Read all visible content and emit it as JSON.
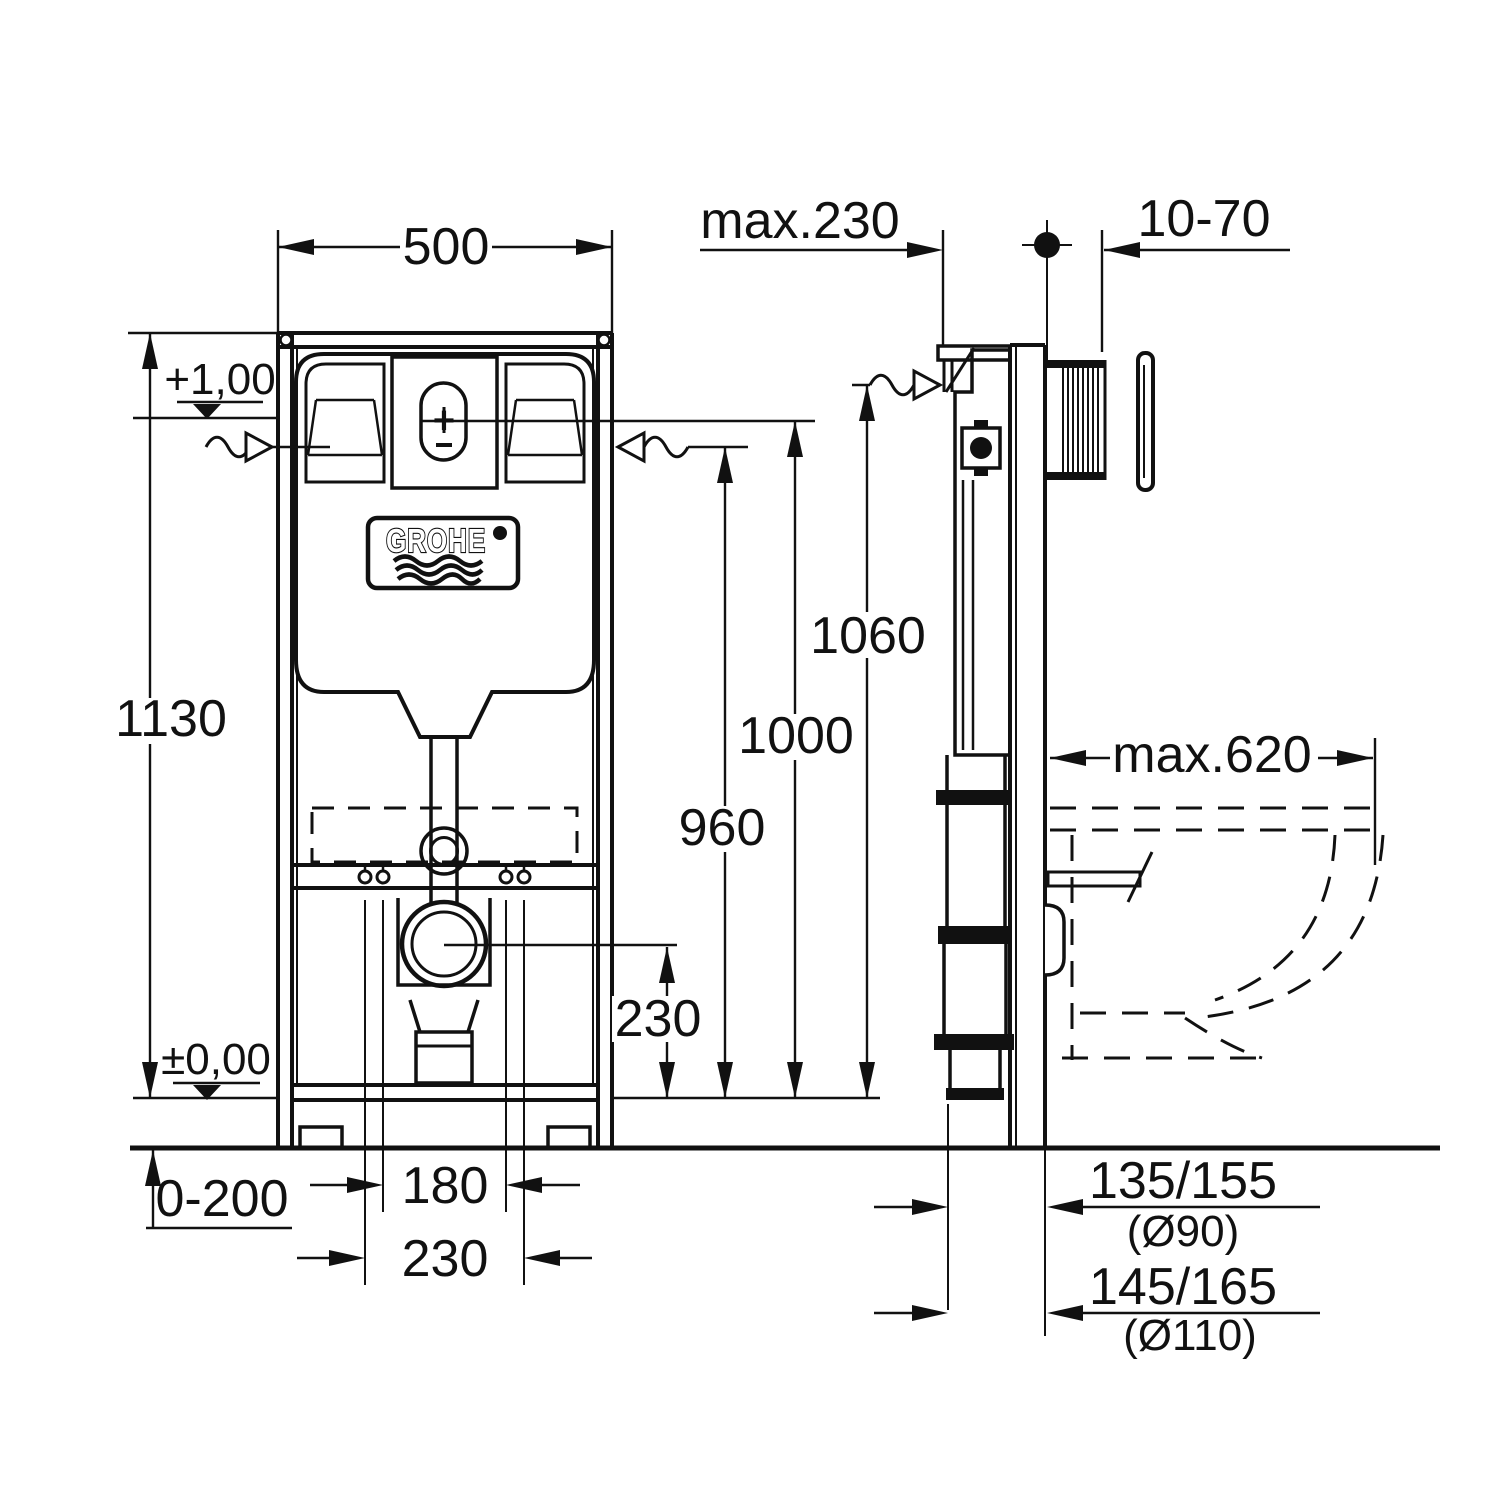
{
  "drawing": {
    "brand": "GROHE",
    "colors": {
      "ink": "#111111",
      "background": "#ffffff"
    },
    "front_view": {
      "width": "500",
      "height": "1130",
      "upper_level": "+1,00",
      "zero_level": "±0,00",
      "inlet_height": "960",
      "actuator_center_height": "1000",
      "outlet_center_height": "230",
      "foot_adjustment": "0-200",
      "fixing_spacing_inner": "180",
      "fixing_spacing_outer": "230",
      "actuator_plus": "+",
      "actuator_minus": "−"
    },
    "side_view": {
      "inlet_height": "1060",
      "frame_depth": "max.230",
      "plate_adjustment": "10-70",
      "bowl_projection": "max.620",
      "drain_offset_small": "135/155",
      "drain_dia_small": "(Ø90)",
      "drain_offset_large": "145/165",
      "drain_dia_large": "(Ø110)"
    }
  }
}
